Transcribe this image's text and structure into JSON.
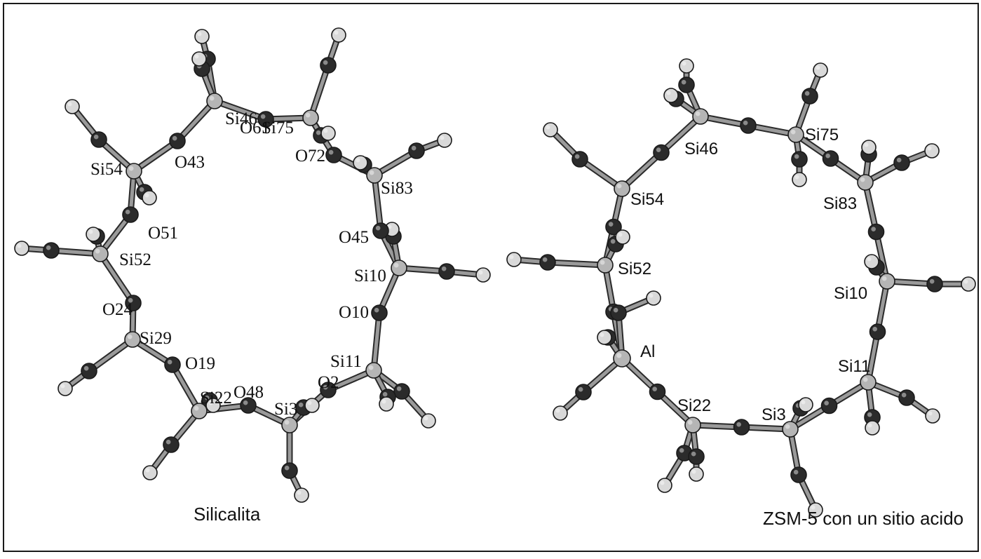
{
  "colors": {
    "background": "#ffffff",
    "frame": "#1a1a1a",
    "bond": "#9a9a9a",
    "bond_edge": "#2a2a2a",
    "oxygen": "#2b2b2b",
    "silicon": "#b5b5b5",
    "hydrogen": "#d9d9d9",
    "label": "#111111"
  },
  "panels": [
    {
      "caption": "Silicalita",
      "label_style": "serif",
      "atoms": [
        {
          "id": "Si54",
          "el": "Si",
          "label": "Si54"
        },
        {
          "id": "O43",
          "el": "O",
          "label": "O43"
        },
        {
          "id": "Si46",
          "el": "Si",
          "label": "Si46"
        },
        {
          "id": "O61",
          "el": "O",
          "label": "O61"
        },
        {
          "id": "Si75",
          "el": "Si",
          "label": "Si75"
        },
        {
          "id": "O72",
          "el": "O",
          "label": "O72"
        },
        {
          "id": "Si83",
          "el": "Si",
          "label": "Si83"
        },
        {
          "id": "O45",
          "el": "O",
          "label": "O45"
        },
        {
          "id": "Si10",
          "el": "Si",
          "label": "Si10"
        },
        {
          "id": "O10",
          "el": "O",
          "label": "O10"
        },
        {
          "id": "Si11",
          "el": "Si",
          "label": "Si11"
        },
        {
          "id": "O2",
          "el": "O",
          "label": "O2"
        },
        {
          "id": "Si3",
          "el": "Si",
          "label": "Si3"
        },
        {
          "id": "O48",
          "el": "O",
          "label": "O48"
        },
        {
          "id": "Si22",
          "el": "Si",
          "label": "Si22"
        },
        {
          "id": "O19",
          "el": "O",
          "label": "O19"
        },
        {
          "id": "Si29",
          "el": "Si",
          "label": "Si29"
        },
        {
          "id": "O24",
          "el": "O",
          "label": "O24"
        },
        {
          "id": "Si52",
          "el": "Si",
          "label": "Si52"
        },
        {
          "id": "O51",
          "el": "O",
          "label": "O51"
        }
      ]
    },
    {
      "caption": "ZSM-5 con un sitio acido",
      "label_style": "sans",
      "atoms": [
        {
          "id": "Si54",
          "el": "Si",
          "label": "Si54"
        },
        {
          "id": "Si46",
          "el": "Si",
          "label": "Si46"
        },
        {
          "id": "Si75",
          "el": "Si",
          "label": "Si75"
        },
        {
          "id": "Si83",
          "el": "Si",
          "label": "Si83"
        },
        {
          "id": "Si10",
          "el": "Si",
          "label": "Si10"
        },
        {
          "id": "Si11",
          "el": "Si",
          "label": "Si11"
        },
        {
          "id": "Si3",
          "el": "Si",
          "label": "Si3"
        },
        {
          "id": "Si22",
          "el": "Si",
          "label": "Si22"
        },
        {
          "id": "Al",
          "el": "Al",
          "label": "Al"
        },
        {
          "id": "Si52",
          "el": "Si",
          "label": "Si52"
        }
      ]
    }
  ]
}
